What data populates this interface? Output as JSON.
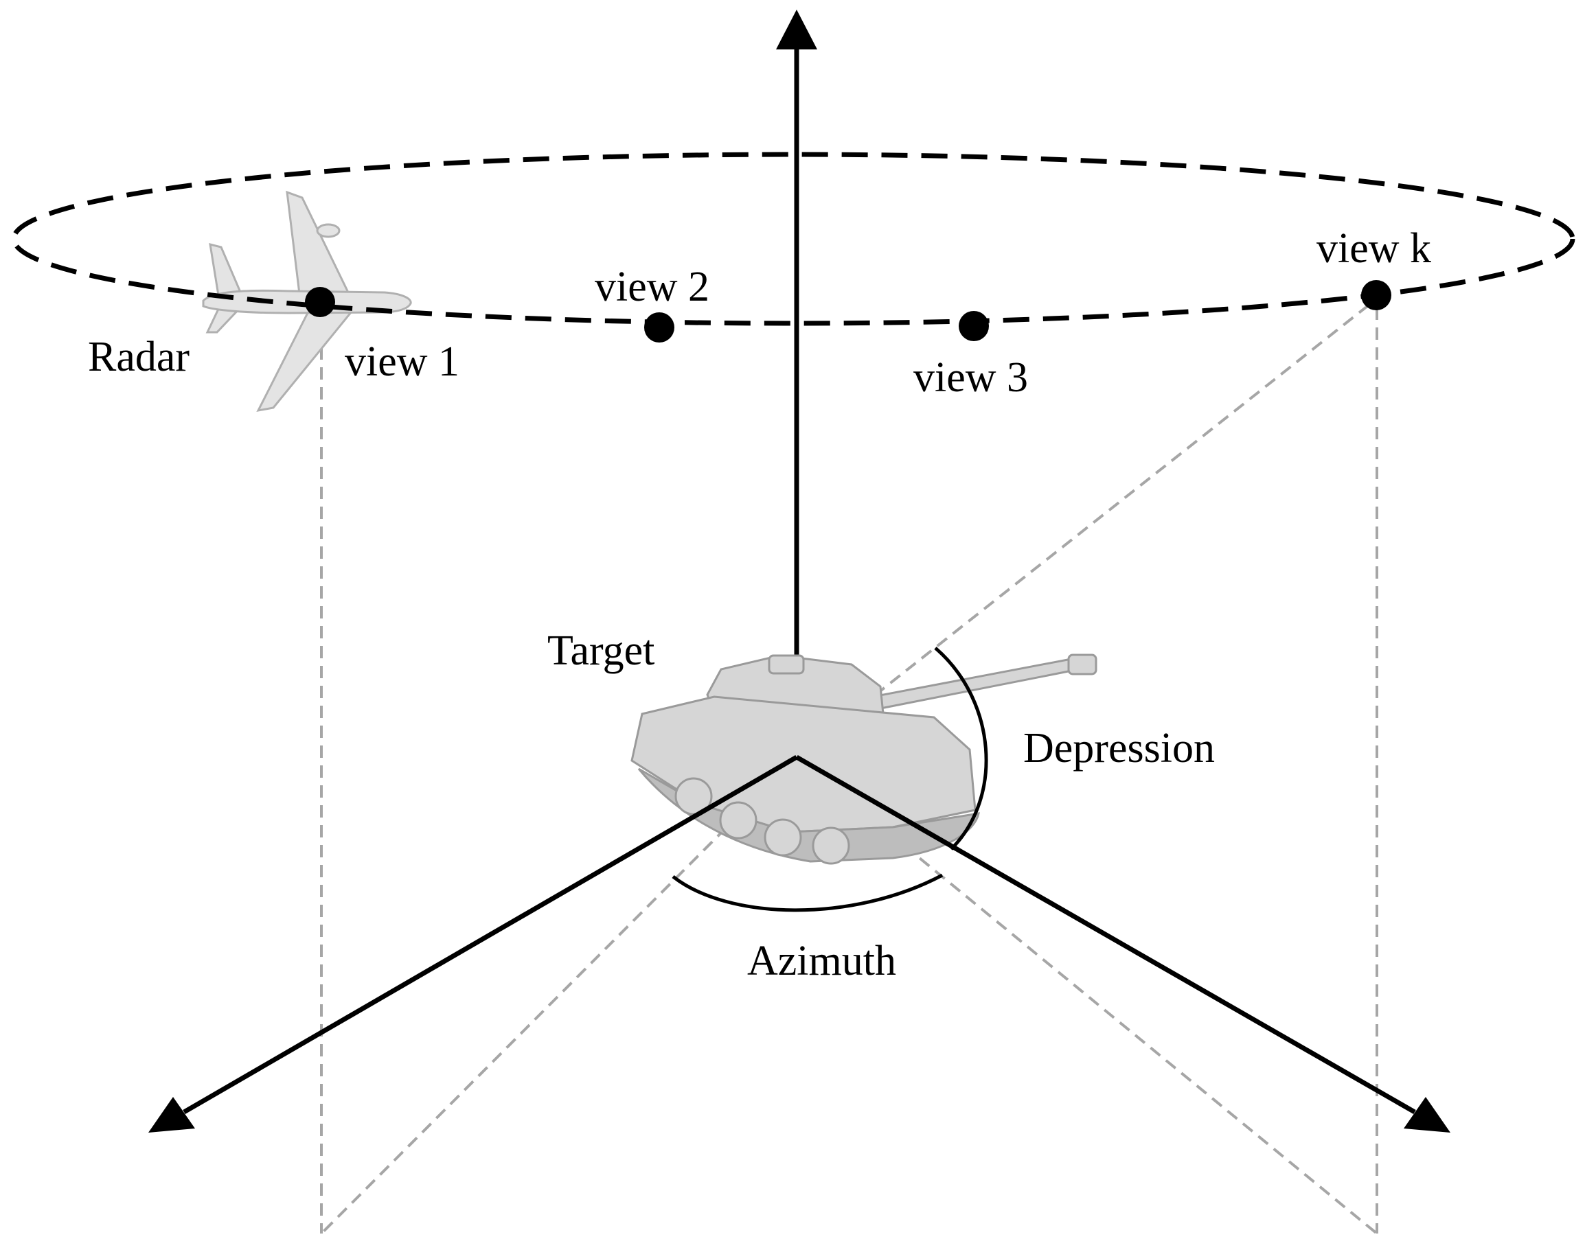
{
  "diagram": {
    "labels": {
      "radar": "Radar",
      "view1": "view 1",
      "view2": "view 2",
      "view3": "view 3",
      "viewk": "view k",
      "target": "Target",
      "depression": "Depression",
      "azimuth": "Azimuth"
    },
    "icons": {
      "radar": "airplane-icon",
      "target": "tank-icon"
    },
    "colors": {
      "axes": "#000000",
      "orbit": "#000000",
      "projection": "#a6a6a6",
      "view_point": "#000000",
      "illustration": "#c8c8c8"
    }
  }
}
